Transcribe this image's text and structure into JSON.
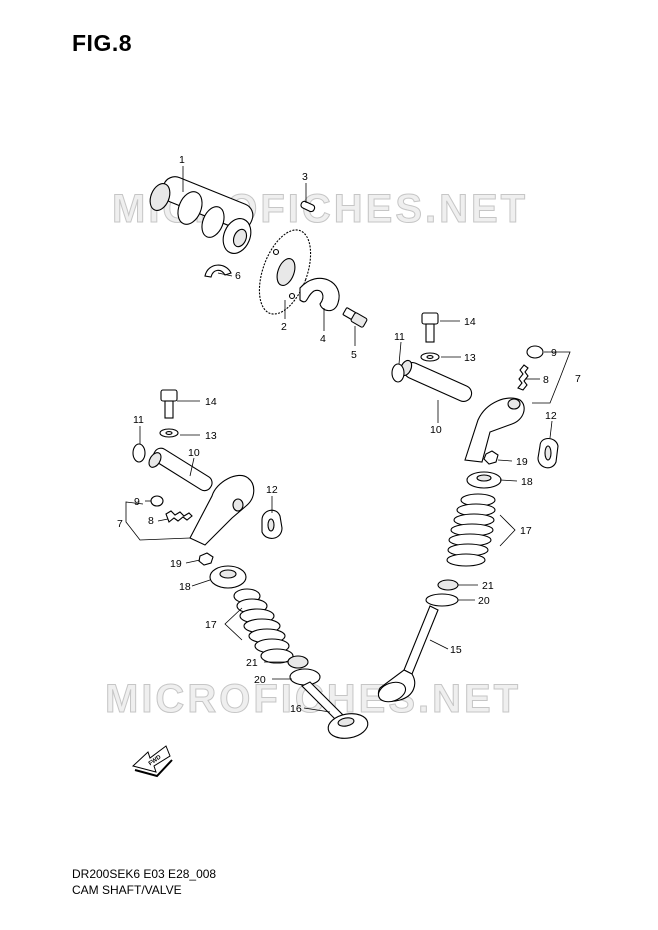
{
  "figure": {
    "title": "FIG.8",
    "model_code": "DR200SEK6 E03 E28_008",
    "section_name": "CAM SHAFT/VALVE"
  },
  "watermark": {
    "text": "MICROFICHES.NET",
    "color": "#c6c6c6"
  },
  "direction_arrow": {
    "label": "FWD"
  },
  "callouts": [
    {
      "id": "c1",
      "label": "1"
    },
    {
      "id": "c2",
      "label": "2"
    },
    {
      "id": "c3",
      "label": "3"
    },
    {
      "id": "c4",
      "label": "4"
    },
    {
      "id": "c5",
      "label": "5"
    },
    {
      "id": "c6",
      "label": "6"
    },
    {
      "id": "c7a",
      "label": "7"
    },
    {
      "id": "c8a",
      "label": "8"
    },
    {
      "id": "c9a",
      "label": "9"
    },
    {
      "id": "c10a",
      "label": "10"
    },
    {
      "id": "c11a",
      "label": "11"
    },
    {
      "id": "c12a",
      "label": "12"
    },
    {
      "id": "c13a",
      "label": "13"
    },
    {
      "id": "c14a",
      "label": "14"
    },
    {
      "id": "c7b",
      "label": "7"
    },
    {
      "id": "c8b",
      "label": "8"
    },
    {
      "id": "c9b",
      "label": "9"
    },
    {
      "id": "c10b",
      "label": "10"
    },
    {
      "id": "c11b",
      "label": "11"
    },
    {
      "id": "c12b",
      "label": "12"
    },
    {
      "id": "c13b",
      "label": "13"
    },
    {
      "id": "c14b",
      "label": "14"
    },
    {
      "id": "c15",
      "label": "15"
    },
    {
      "id": "c16",
      "label": "16"
    },
    {
      "id": "c17a",
      "label": "17"
    },
    {
      "id": "c17b",
      "label": "17"
    },
    {
      "id": "c18a",
      "label": "18"
    },
    {
      "id": "c18b",
      "label": "18"
    },
    {
      "id": "c19a",
      "label": "19"
    },
    {
      "id": "c19b",
      "label": "19"
    },
    {
      "id": "c20a",
      "label": "20"
    },
    {
      "id": "c20b",
      "label": "20"
    },
    {
      "id": "c21a",
      "label": "21"
    },
    {
      "id": "c21b",
      "label": "21"
    }
  ]
}
